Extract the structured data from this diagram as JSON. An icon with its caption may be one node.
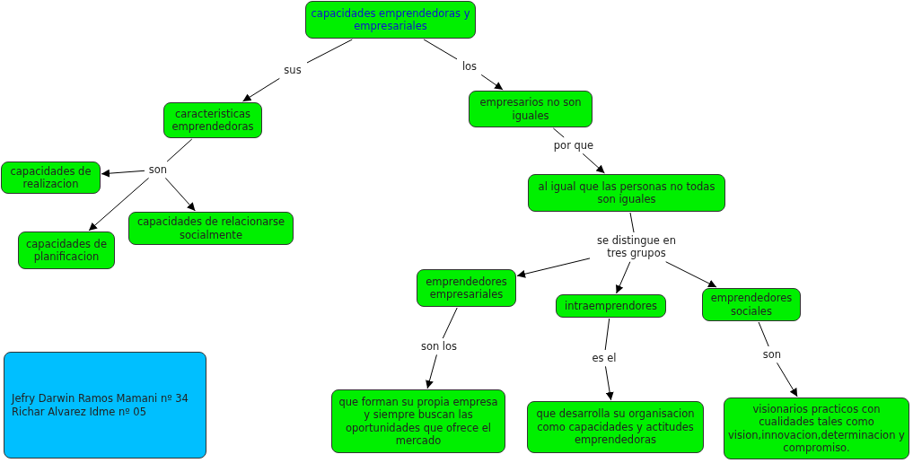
{
  "diagram": {
    "nodes": [
      {
        "text": [
          "capacidades emprendedoras y empresariales"
        ]
      },
      {
        "text": [
          "sus"
        ]
      },
      {
        "text": [
          "los"
        ]
      },
      {
        "text": [
          "caracteristicas emprendedoras"
        ]
      },
      {
        "text": [
          "empresarios no son iguales"
        ]
      },
      {
        "text": [
          "son"
        ]
      },
      {
        "text": [
          "por que"
        ]
      },
      {
        "text": [
          "capacidades de realizacion"
        ]
      },
      {
        "text": [
          "capacidades de planificacion"
        ]
      },
      {
        "text": [
          "capacidades de relacionarse socialmente"
        ]
      },
      {
        "text": [
          "al igual que las personas no todas son iguales"
        ]
      },
      {
        "text": [
          "se distingue en tres grupos"
        ]
      },
      {
        "text": [
          "emprendedores empresariales"
        ]
      },
      {
        "text": [
          "intraemprendores"
        ]
      },
      {
        "text": [
          "emprendedores sociales"
        ]
      },
      {
        "text": [
          "son los"
        ]
      },
      {
        "text": [
          "es el"
        ]
      },
      {
        "text": [
          "son"
        ]
      },
      {
        "text": [
          "que forman su propia empresa y siempre buscan las oportunidades que ofrece el mercado"
        ]
      },
      {
        "text": [
          "que desarrolla su organisacion como capacidades y actitudes emprendedoras"
        ]
      },
      {
        "text": [
          "visionarios practicos con cualidades tales como vision,innovacion,determinacion y compromiso."
        ]
      },
      {
        "text": [
          "Jefry Darwin Ramos Mamani nº 34",
          "Richar Alvarez Idme  nº 05"
        ]
      }
    ],
    "edges": [
      {
        "from": 0,
        "to": 1,
        "arrow": "none"
      },
      {
        "from": 1,
        "to": 3,
        "arrow": "to"
      },
      {
        "from": 0,
        "to": 2,
        "arrow": "none"
      },
      {
        "from": 2,
        "to": 4,
        "arrow": "to"
      },
      {
        "from": 3,
        "to": 5,
        "arrow": "none"
      },
      {
        "from": 5,
        "to": 7,
        "arrow": "to"
      },
      {
        "from": 5,
        "to": 8,
        "arrow": "to"
      },
      {
        "from": 5,
        "to": 9,
        "arrow": "to"
      },
      {
        "from": 4,
        "to": 6,
        "arrow": "none"
      },
      {
        "from": 6,
        "to": 10,
        "arrow": "to"
      },
      {
        "from": 10,
        "to": 11,
        "arrow": "none"
      },
      {
        "from": 11,
        "to": 12,
        "arrow": "to"
      },
      {
        "from": 11,
        "to": 13,
        "arrow": "to"
      },
      {
        "from": 11,
        "to": 14,
        "arrow": "to"
      },
      {
        "from": 12,
        "to": 15,
        "arrow": "none"
      },
      {
        "from": 15,
        "to": 18,
        "arrow": "to"
      },
      {
        "from": 13,
        "to": 16,
        "arrow": "none"
      },
      {
        "from": 16,
        "to": 19,
        "arrow": "to"
      },
      {
        "from": 14,
        "to": 17,
        "arrow": "none"
      },
      {
        "from": 17,
        "to": 20,
        "arrow": "to"
      }
    ]
  }
}
